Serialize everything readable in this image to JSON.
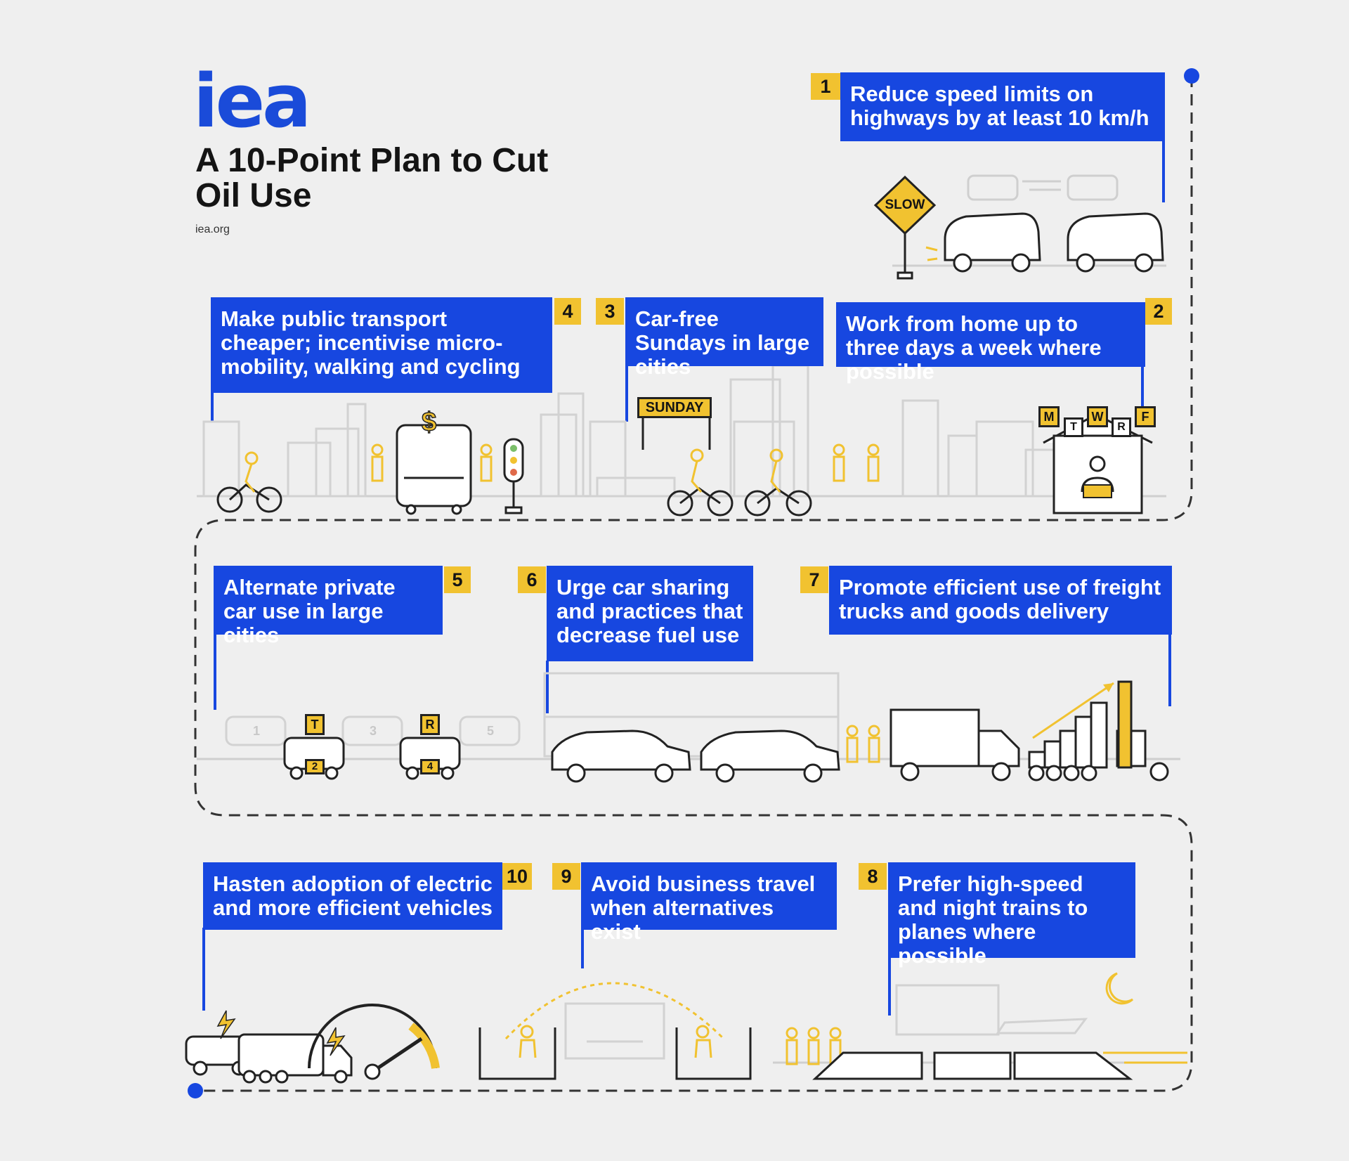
{
  "header": {
    "logo": "iea",
    "title": "A 10-Point Plan to Cut Oil Use",
    "source": "iea.org"
  },
  "points": [
    {
      "number": "1",
      "text": "Reduce speed limits on highways by at least 10 km/h"
    },
    {
      "number": "2",
      "text": "Work from home up to three days a week where possible"
    },
    {
      "number": "3",
      "text": "Car-free Sundays in large cities"
    },
    {
      "number": "4",
      "text": "Make public transport cheaper; incentivise micro-mobility, walking and cycling"
    },
    {
      "number": "5",
      "text": "Alternate private car use in large cities"
    },
    {
      "number": "6",
      "text": "Urge car sharing and practices that decrease fuel use"
    },
    {
      "number": "7",
      "text": "Promote efficient use of freight trucks and goods delivery"
    },
    {
      "number": "8",
      "text": "Prefer high-speed and night trains to planes where possible"
    },
    {
      "number": "9",
      "text": "Avoid business travel when alternatives exist"
    },
    {
      "number": "10",
      "text": "Hasten adoption of electric and more efficient vehicles"
    }
  ],
  "illustration_labels": {
    "slow_sign": "SLOW",
    "sunday_sign": "SUNDAY",
    "dollar": "$",
    "weekdays": [
      "M",
      "T",
      "W",
      "R",
      "F"
    ],
    "plates_dim": [
      "1",
      "3",
      "5"
    ],
    "plates_active": [
      "2",
      "4"
    ],
    "roof_active": [
      "T",
      "R"
    ]
  },
  "colors": {
    "blue": "#1747e0",
    "yellow": "#f1c230",
    "background": "#efefef",
    "ink": "#222222"
  }
}
